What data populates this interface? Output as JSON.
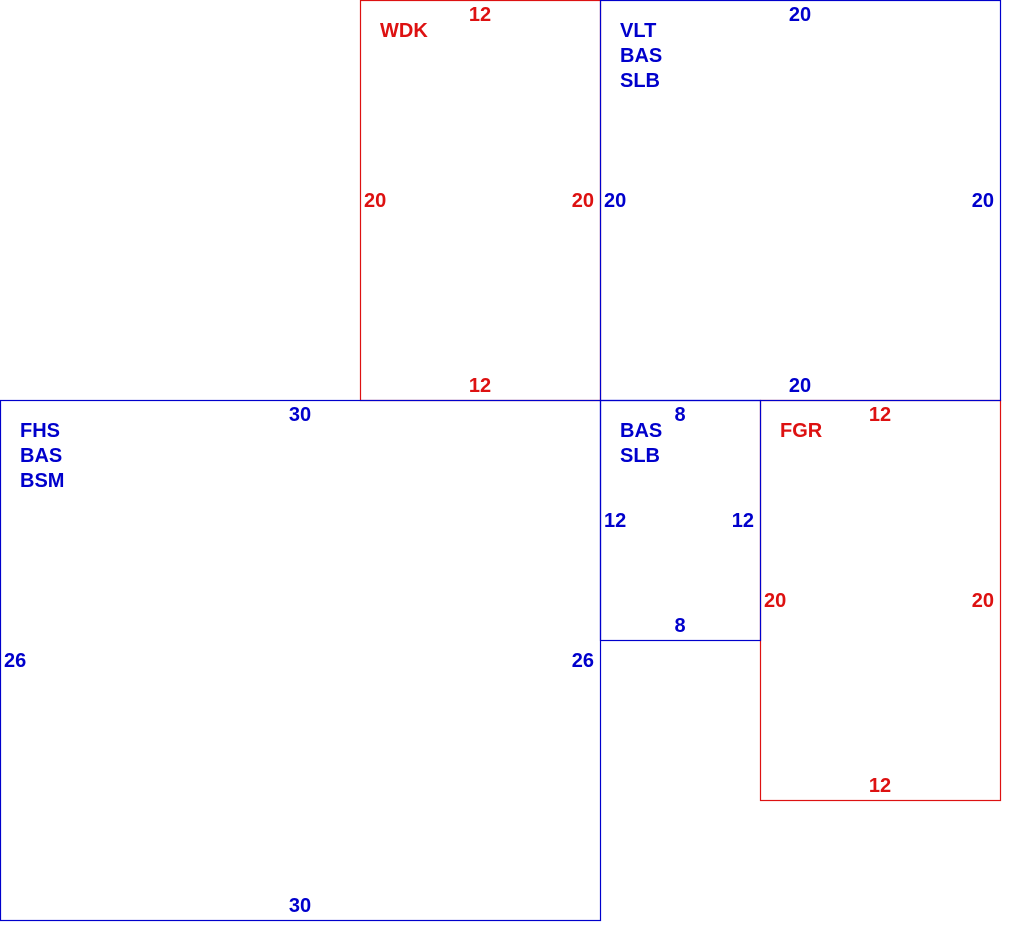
{
  "colors": {
    "blue": "#0000cc",
    "red": "#dd1111"
  },
  "rooms": [
    {
      "id": "wdk",
      "color": "red",
      "labels": [
        "WDK"
      ],
      "dims": {
        "top": "12",
        "bottom": "12",
        "left": "20",
        "right": "20"
      }
    },
    {
      "id": "vlt",
      "color": "blue",
      "labels": [
        "VLT",
        "BAS",
        "SLB"
      ],
      "dims": {
        "top": "20",
        "bottom": "20",
        "left": "20",
        "right": "20"
      }
    },
    {
      "id": "fhs",
      "color": "blue",
      "labels": [
        "FHS",
        "BAS",
        "BSM"
      ],
      "dims": {
        "top": "30",
        "bottom": "30",
        "left": "26",
        "right": "26"
      }
    },
    {
      "id": "bas-slb",
      "color": "blue",
      "labels": [
        "BAS",
        "SLB"
      ],
      "dims": {
        "top": "8",
        "bottom": "8",
        "left": "12",
        "right": "12"
      }
    },
    {
      "id": "fgr",
      "color": "red",
      "labels": [
        "FGR"
      ],
      "dims": {
        "top": "12",
        "bottom": "12",
        "left": "20",
        "right": "20"
      }
    }
  ]
}
